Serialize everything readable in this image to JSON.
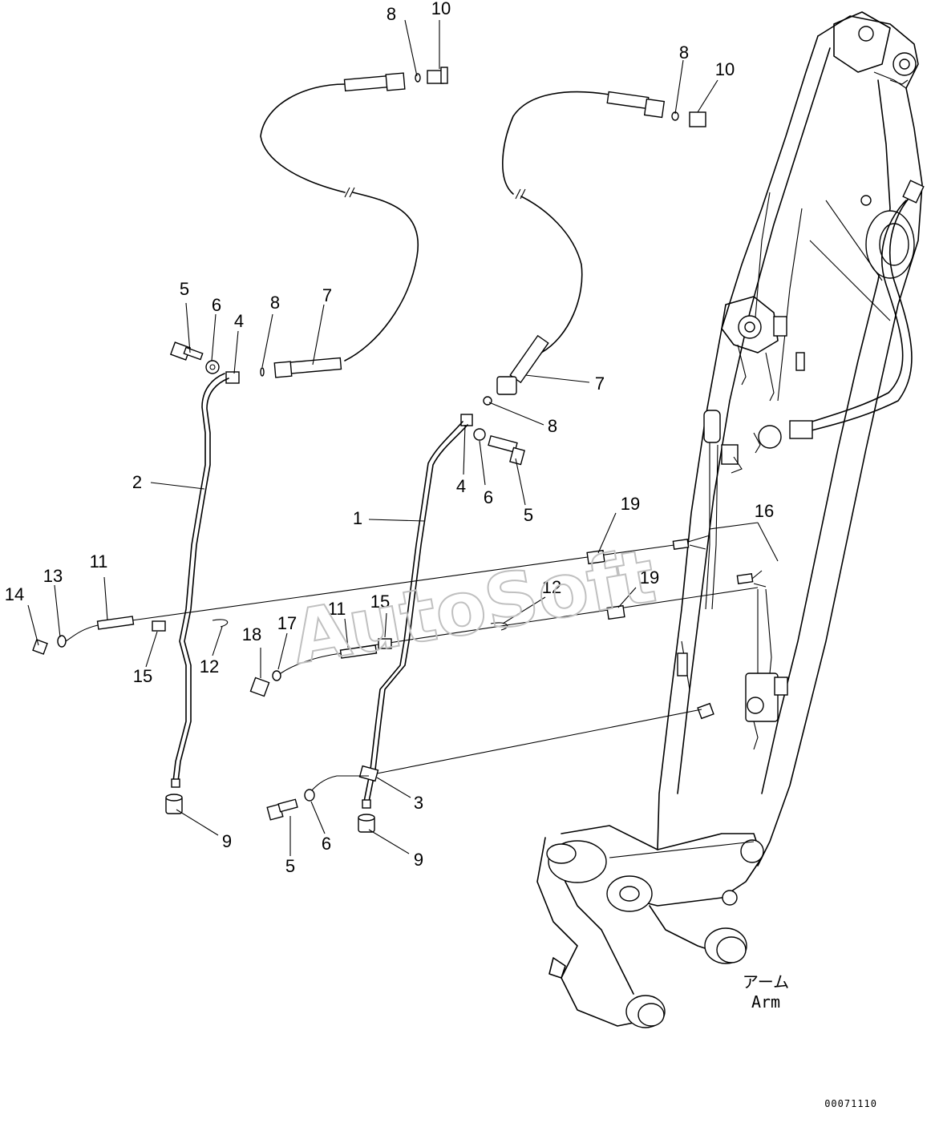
{
  "watermark": "AutoSoft",
  "arm_label_jp": "アーム",
  "arm_label_en": "Arm",
  "drawing_code": "00071110",
  "callouts": {
    "c1": "1",
    "c2": "2",
    "c3": "3",
    "c4a": "4",
    "c4b": "4",
    "c5a": "5",
    "c5b": "5",
    "c5c": "5",
    "c6a": "6",
    "c6b": "6",
    "c6c": "6",
    "c7a": "7",
    "c7b": "7",
    "c8a": "8",
    "c8b": "8",
    "c8c": "8",
    "c8d": "8",
    "c9a": "9",
    "c9b": "9",
    "c10a": "10",
    "c10b": "10",
    "c11a": "11",
    "c11b": "11",
    "c12a": "12",
    "c12b": "12",
    "c13": "13",
    "c14": "14",
    "c15a": "15",
    "c15b": "15",
    "c16": "16",
    "c17": "17",
    "c18": "18",
    "c19a": "19",
    "c19b": "19"
  }
}
